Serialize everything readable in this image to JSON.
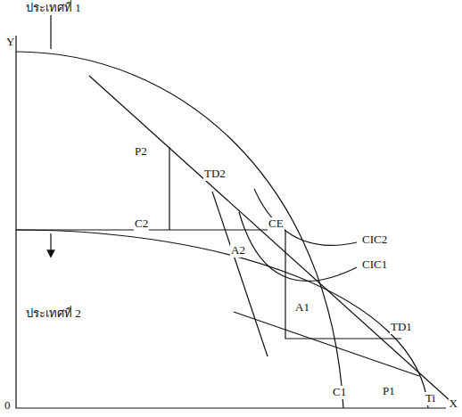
{
  "diagram": {
    "labels": [
      "ประเทศที่ 1",
      "Y",
      "P2",
      "TD2",
      "C2",
      "A2",
      "CE",
      "CIC2",
      "CIC1",
      "A1",
      "ประเทศที่ 2",
      "TD1",
      "C1",
      "P1",
      "Ti",
      "0",
      "X"
    ]
  }
}
